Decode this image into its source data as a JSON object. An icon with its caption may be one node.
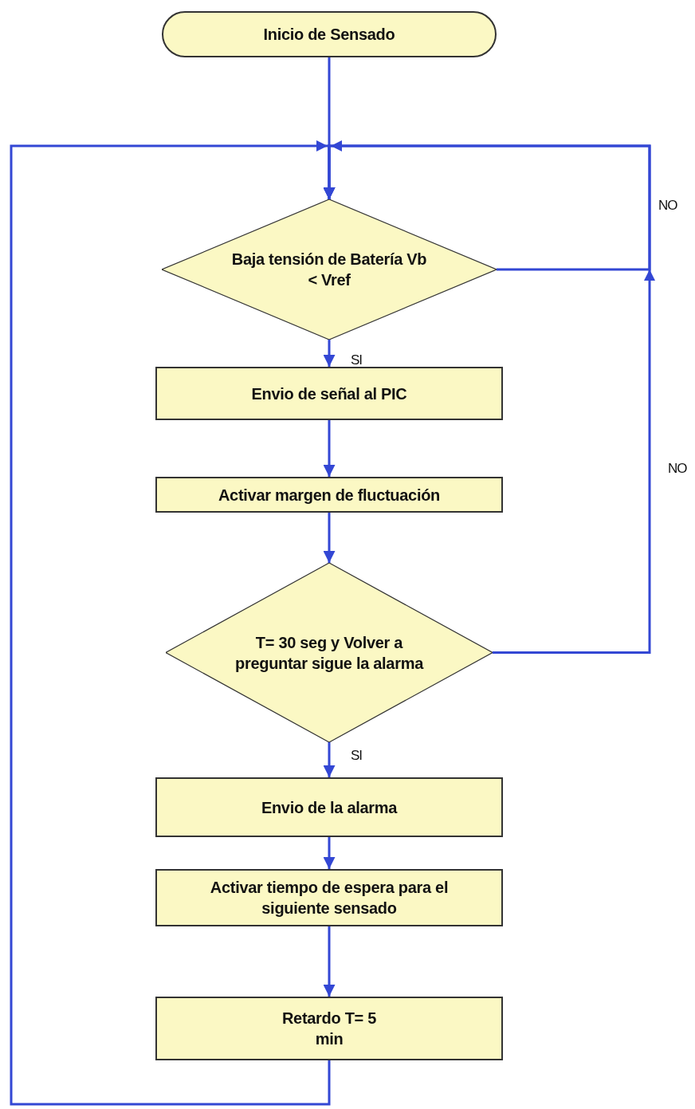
{
  "diagram": {
    "nodes": [
      {
        "text": [
          "Inicio de Sensado"
        ]
      },
      {
        "text": [
          "Baja tensión de Batería Vb < Vref"
        ]
      },
      {
        "text": [
          "Envio de señal al PIC"
        ]
      },
      {
        "text": [
          "Activar margen de fluctuación"
        ]
      },
      {
        "text": [
          "T= 30 seg y Volver a preguntar sigue la alarma"
        ]
      },
      {
        "text": [
          "Envio de la alarma"
        ]
      },
      {
        "text": [
          "Activar tiempo de espera para el siguiente sensado"
        ]
      },
      {
        "text": [
          "Retardo T= 5 min"
        ]
      }
    ],
    "edges": [
      {
        "from": 0,
        "to": 1,
        "arrow": "to"
      },
      {
        "from": 1,
        "to": 2,
        "arrow": "to",
        "label": "SI"
      },
      {
        "from": 2,
        "to": 3,
        "arrow": "to"
      },
      {
        "from": 3,
        "to": 4,
        "arrow": "to"
      },
      {
        "from": 4,
        "to": 5,
        "arrow": "to",
        "label": "SI"
      },
      {
        "from": 5,
        "to": 6,
        "arrow": "to"
      },
      {
        "from": 6,
        "to": 7,
        "arrow": "to"
      },
      {
        "from": 7,
        "to": 1,
        "arrow": "to"
      },
      {
        "from": 1,
        "to": 1,
        "arrow": "to",
        "label": "NO"
      },
      {
        "from": 4,
        "to": 1,
        "arrow": "to",
        "label": "NO"
      }
    ]
  }
}
